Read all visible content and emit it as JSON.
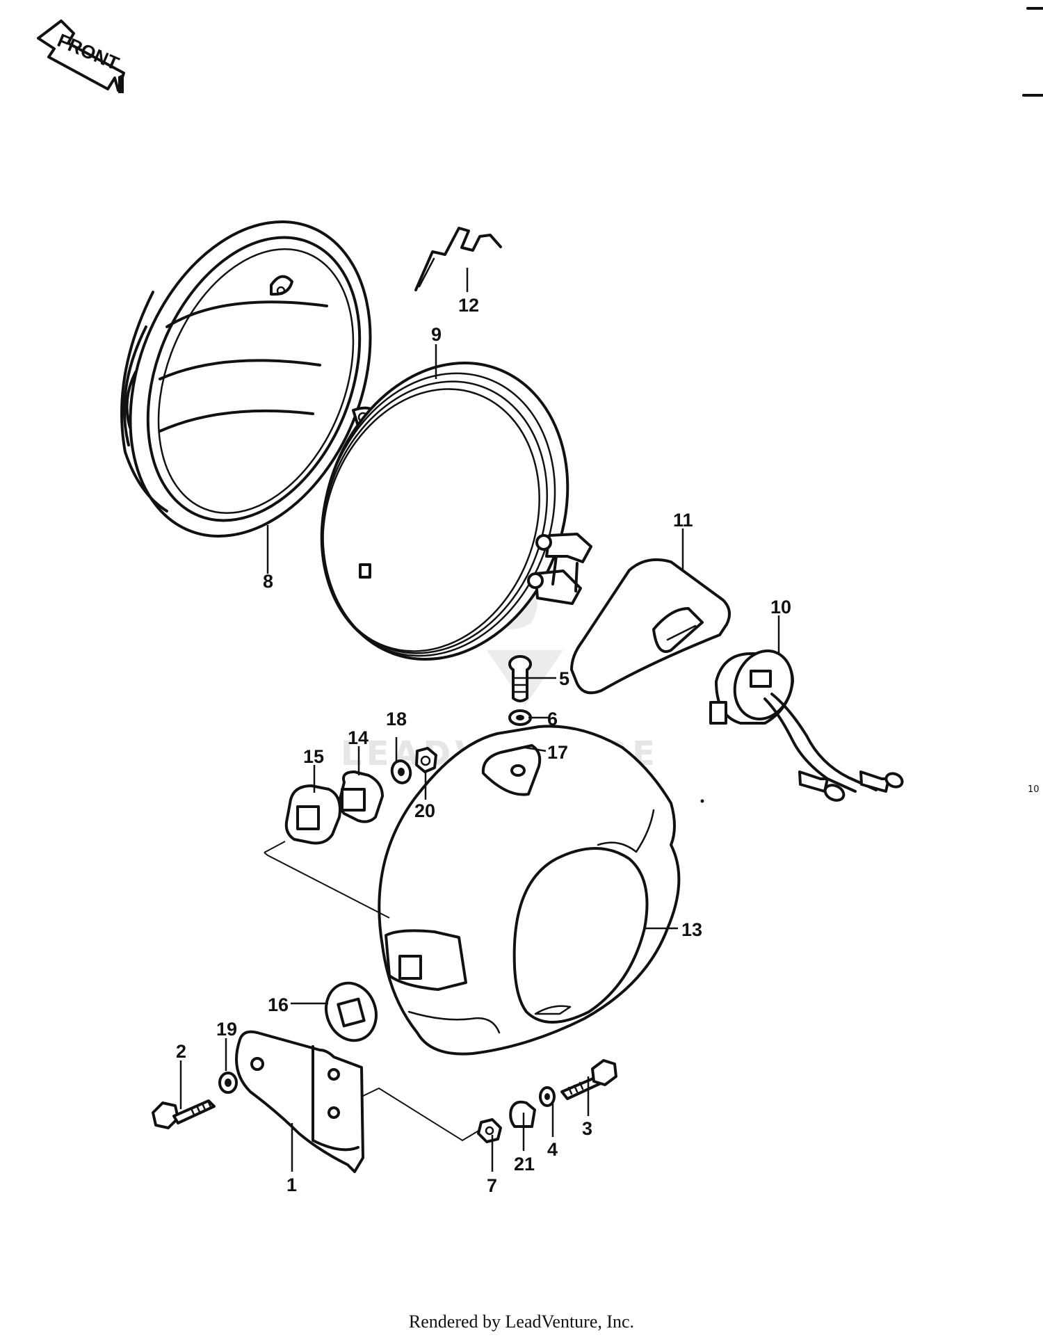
{
  "diagram": {
    "direction_label": "FRONT",
    "callouts": [
      {
        "id": "1",
        "part": "bracket"
      },
      {
        "id": "2",
        "part": "bolt"
      },
      {
        "id": "3",
        "part": "bolt"
      },
      {
        "id": "4",
        "part": "lock-washer"
      },
      {
        "id": "5",
        "part": "screw"
      },
      {
        "id": "6",
        "part": "lock-washer"
      },
      {
        "id": "7",
        "part": "nut"
      },
      {
        "id": "8",
        "part": "headlight-rim"
      },
      {
        "id": "9",
        "part": "sealed-beam-unit"
      },
      {
        "id": "10",
        "part": "socket-with-leads"
      },
      {
        "id": "11",
        "part": "rubber-cover"
      },
      {
        "id": "12",
        "part": "spring"
      },
      {
        "id": "13",
        "part": "headlight-housing"
      },
      {
        "id": "14",
        "part": "collar"
      },
      {
        "id": "15",
        "part": "grommet"
      },
      {
        "id": "16",
        "part": "grommet"
      },
      {
        "id": "17",
        "part": "collar"
      },
      {
        "id": "18",
        "part": "washer"
      },
      {
        "id": "19",
        "part": "washer"
      },
      {
        "id": "20",
        "part": "nut"
      },
      {
        "id": "21",
        "part": "collar"
      }
    ],
    "watermark": "LEADVENTURE",
    "edge_mark": "10"
  },
  "footer": {
    "credit": "Rendered by LeadVenture, Inc."
  }
}
